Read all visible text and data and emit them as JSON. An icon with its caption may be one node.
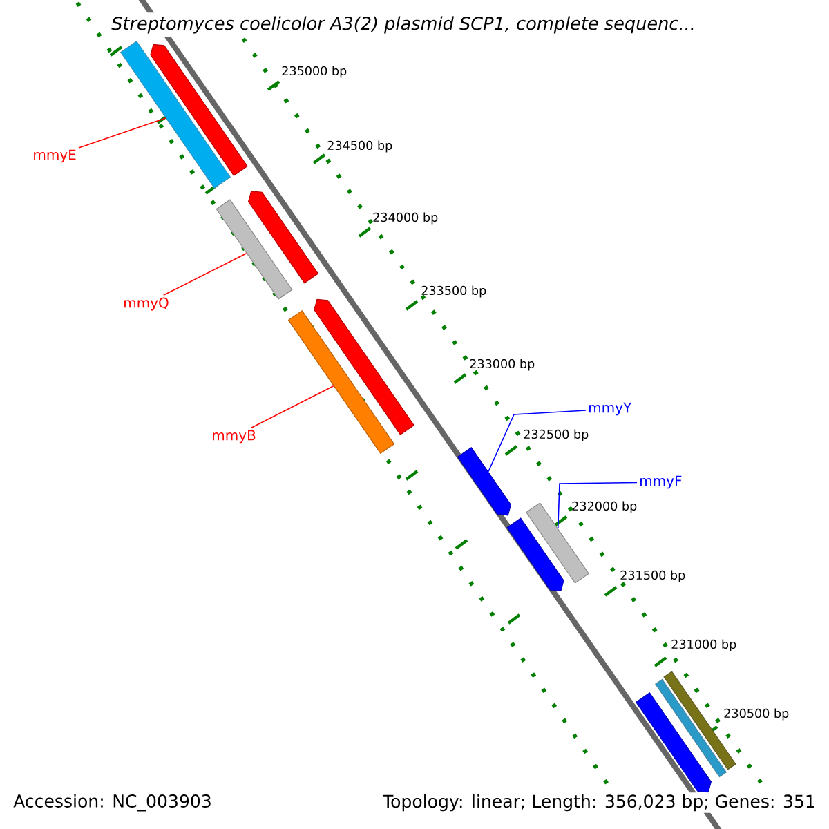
{
  "diagram": {
    "title": "*Streptomyces coelicolor* A3(2) plasmid SCP1, complete sequenc...",
    "nodes": [
      {
        "text": [
          "mmyE"
        ]
      },
      {
        "text": [
          "mmyQ"
        ]
      },
      {
        "text": [
          "mmyB"
        ]
      },
      {
        "text": [
          "mmyY"
        ]
      },
      {
        "text": [
          "mmyF"
        ]
      },
      {
        "text": [],
        "shape": "bar"
      },
      {
        "text": [],
        "shape": "arrow"
      },
      {
        "text": [],
        "shape": "bar"
      },
      {
        "text": [],
        "shape": "arrow"
      },
      {
        "text": [],
        "shape": "bar"
      },
      {
        "text": [],
        "shape": "arrow"
      },
      {
        "text": [],
        "shape": "arrow"
      },
      {
        "text": [],
        "shape": "arrow"
      },
      {
        "text": [],
        "shape": "bar"
      },
      {
        "text": [],
        "shape": "arrow"
      },
      {
        "text": [],
        "shape": "bar"
      },
      {
        "text": [],
        "shape": "bar"
      }
    ],
    "edges": [
      {
        "from": 0,
        "to": 5,
        "arrow": "none"
      },
      {
        "from": 1,
        "to": 7,
        "arrow": "none"
      },
      {
        "from": 2,
        "to": 9,
        "arrow": "none"
      },
      {
        "from": 3,
        "to": 11,
        "arrow": "none",
        "color": "#0000ff"
      },
      {
        "from": 4,
        "to": 13,
        "arrow": "none",
        "color": "#0000ff"
      }
    ],
    "labels": [
      "235000 bp",
      "234500 bp",
      "234000 bp",
      "233500 bp",
      "233000 bp",
      "232500 bp",
      "232000 bp",
      "231500 bp",
      "231000 bp",
      "230500 bp",
      "Accession: NC_003903",
      "Topology: linear; Length: 356,023 bp; Genes: 351"
    ]
  }
}
